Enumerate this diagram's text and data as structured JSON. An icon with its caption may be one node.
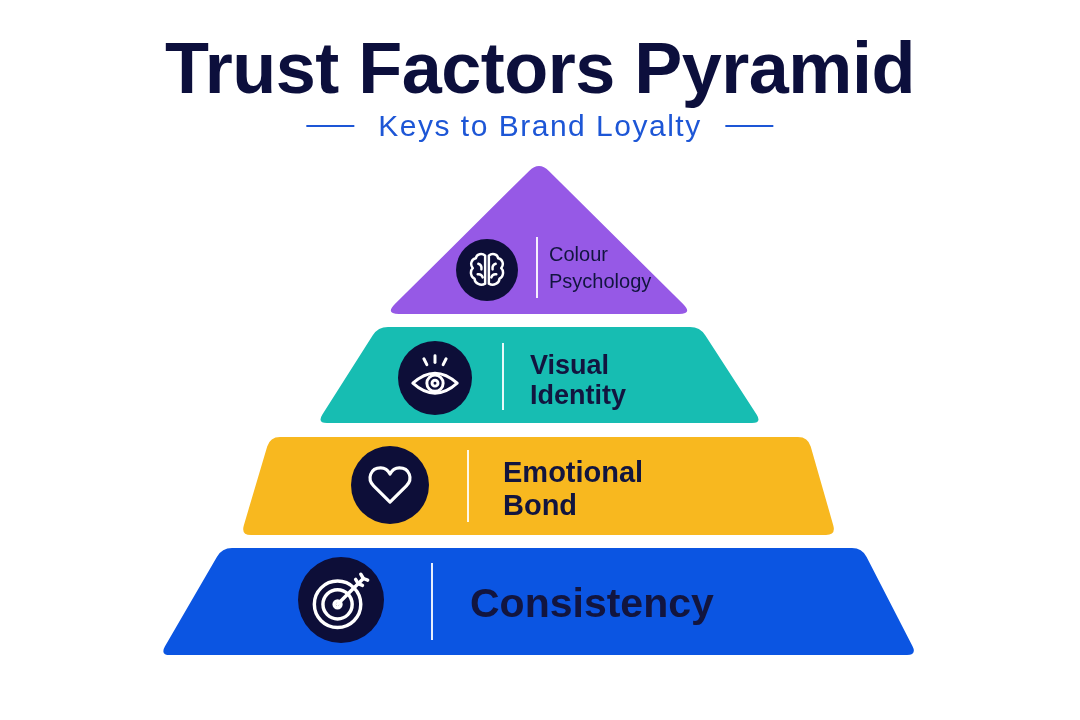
{
  "diagram": {
    "title": "Trust Factors Pyramid",
    "nodes": [
      {
        "text": [
          "Colour Psychology"
        ]
      },
      {
        "text": [
          "Visual Identity"
        ]
      },
      {
        "text": [
          "Emotional Bond"
        ]
      },
      {
        "text": [
          "Consistency"
        ]
      }
    ],
    "labels": [
      "Keys to Brand Loyalty"
    ]
  }
}
